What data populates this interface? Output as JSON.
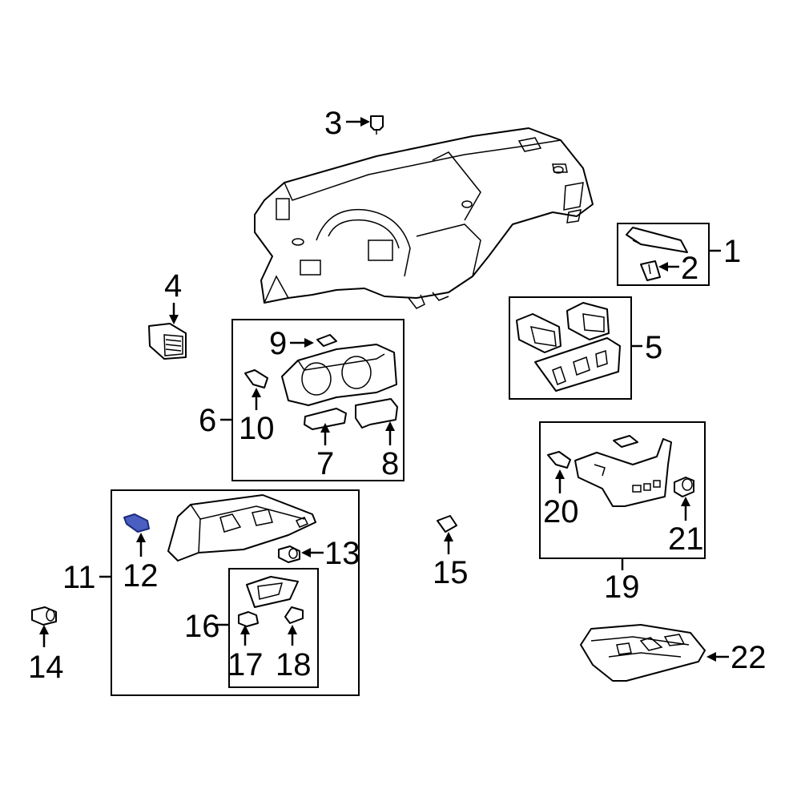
{
  "labels": {
    "p1": "1",
    "p2": "2",
    "p3": "3",
    "p4": "4",
    "p5": "5",
    "p6": "6",
    "p7": "7",
    "p8": "8",
    "p9": "9",
    "p10": "10",
    "p11": "11",
    "p12": "12",
    "p13": "13",
    "p14": "14",
    "p15": "15",
    "p16": "16",
    "p17": "17",
    "p18": "18",
    "p19": "19",
    "p20": "20",
    "p21": "21",
    "p22": "22"
  },
  "highlight_color": "#4a5fc1",
  "highlighted_part": "12"
}
